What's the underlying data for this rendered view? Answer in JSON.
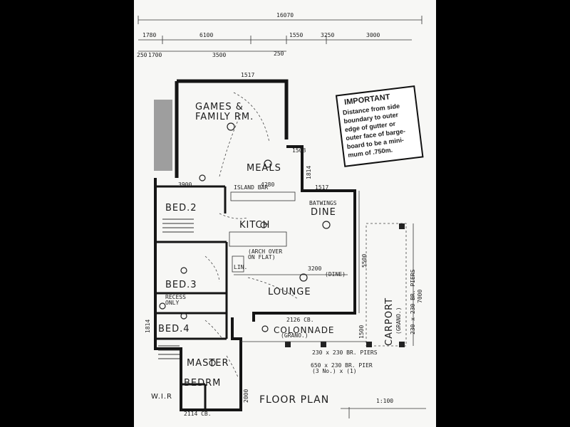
{
  "overall_dims": {
    "total": "16070",
    "row2": [
      "1780",
      "6100",
      "1550",
      "3250",
      "3000"
    ],
    "row3": [
      "250",
      "1700",
      "3500",
      "250"
    ]
  },
  "notice": {
    "title": "IMPORTANT",
    "lines": [
      "Distance from side",
      "boundary to outer",
      "edge of gutter or",
      "outer face of barge-",
      "board to be a mini-",
      "mum of .750m."
    ]
  },
  "rooms": {
    "games": [
      "GAMES &",
      "FAMILY RM."
    ],
    "meals": "MEALS",
    "dine": "DINE",
    "kitchen": "KITCH",
    "lounge": "LOUNGE",
    "bed2": "BED.2",
    "bed3": "BED.3",
    "bed4": "BED.4",
    "master": [
      "MASTER",
      "BEDRM"
    ],
    "wir": "W.I.R",
    "colonnade": "COLONNADE",
    "carport": "CARPORT"
  },
  "notes": {
    "island_bar": "ISLAND BAR",
    "batwings": "BATWINGS",
    "arch": [
      "(ARCH OVER",
      "ON FLAT)"
    ],
    "recess": [
      "RECESS",
      "ONLY"
    ],
    "grano": "(GRANO.)",
    "grano2": "(GRANO.)",
    "dine_note": "(DINE)",
    "piers1": "230 x 230 BR. PIERS",
    "piers2": [
      "650 x 230 BR. PIER",
      "(3 No.) x (1)"
    ],
    "carport_piers": "230 x 230 BR. PIERS",
    "lin": "LIN."
  },
  "room_dims": {
    "d1517a": "1517",
    "d1517b": "1517",
    "d1508": "1508",
    "d3900": "3900",
    "d4280": "4280",
    "d3200": "3200",
    "d5500": "5500",
    "d7000": "7000",
    "d2126": "2126 CB.",
    "d2114": "2114 CB.",
    "d1500": "1500",
    "d1814": "1814",
    "d2000": "2000",
    "d1814b": "1814"
  },
  "title": {
    "text": "FLOOR PLAN",
    "scale": "1:100"
  }
}
